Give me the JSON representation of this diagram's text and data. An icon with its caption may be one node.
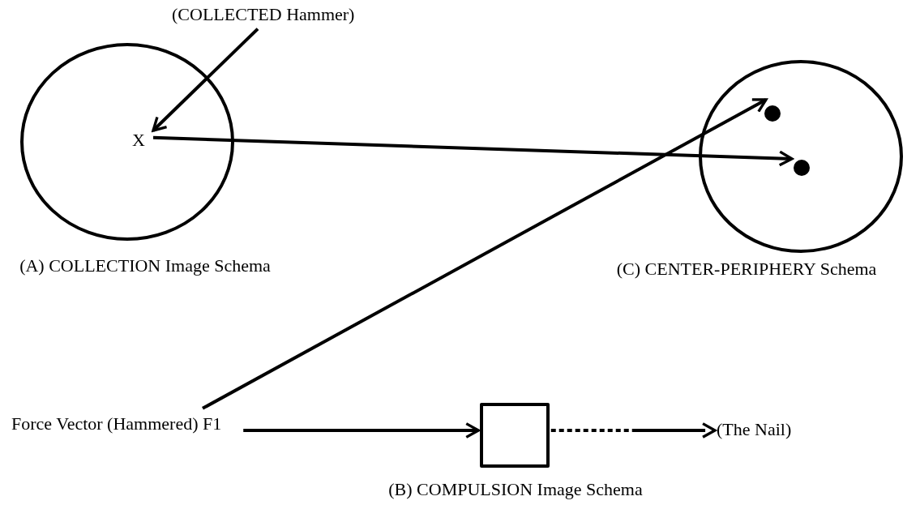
{
  "diagram": {
    "nodes": [
      {
        "text": [
          "(COLLECTED Hammer)"
        ]
      },
      {
        "text": [],
        "shape": "circle",
        "beside": [
          "(A) COLLECTION Image Schema"
        ]
      },
      {
        "text": [
          "X"
        ],
        "in": 1
      },
      {
        "text": [],
        "shape": "circle",
        "beside": [
          "(C) CENTER-PERIPHERY Schema"
        ]
      },
      {
        "text": [],
        "shape": "circle",
        "in": 3
      },
      {
        "text": [],
        "shape": "circle",
        "in": 3
      },
      {
        "text": [
          "Force Vector (Hammered) F1"
        ]
      },
      {
        "text": [],
        "shape": "box",
        "beside": [
          "(B) COMPULSION Image Schema"
        ]
      },
      {
        "text": [
          "(The Nail)"
        ]
      }
    ],
    "edges": [
      {
        "from": 0,
        "to": 2,
        "arrow": "to"
      },
      {
        "from": 2,
        "to": 5,
        "arrow": "to"
      },
      {
        "from": 6,
        "to": 4,
        "arrow": "to"
      },
      {
        "from": 6,
        "to": 7,
        "arrow": "to"
      },
      {
        "from": 7,
        "to": 8,
        "arrow": "to",
        "style": "dashed"
      }
    ]
  }
}
